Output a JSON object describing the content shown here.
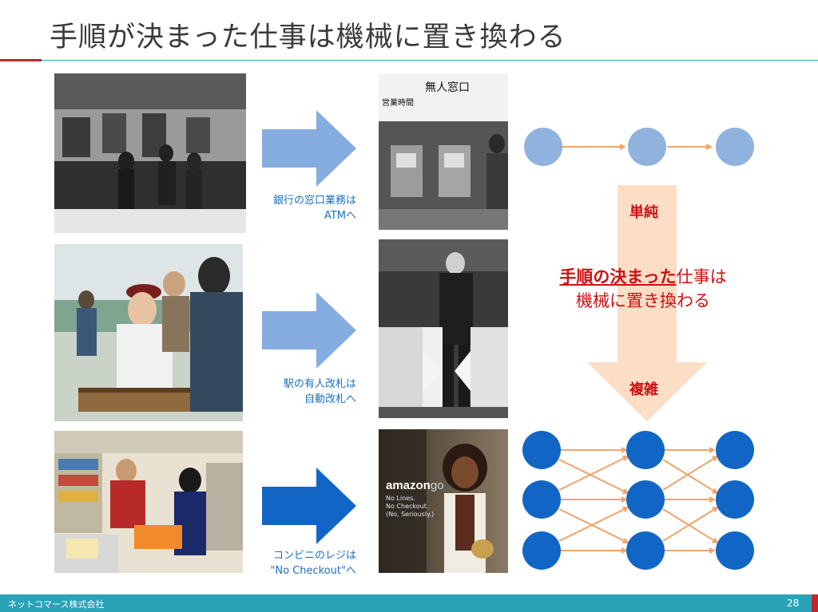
{
  "slide": {
    "title": "手順が決まった仕事は機械に置き換わる",
    "page_number": "28",
    "company": "ネットコマース株式会社"
  },
  "rows": [
    {
      "caption_line1": "銀行の窓口業務は",
      "caption_line2": "ATMへ"
    },
    {
      "caption_line1": "駅の有人改札は",
      "caption_line2": "自動改札へ"
    },
    {
      "caption_line1": "コンビニのレジは",
      "caption_line2": "\"No Checkout\"へ"
    }
  ],
  "photos": {
    "bank_sign_line1": "無人窓口",
    "bank_sign_line2": "営業時間",
    "amazon_logo_main": "amazon",
    "amazon_logo_go": "go",
    "amazon_tag_1": "No Lines.",
    "amazon_tag_2": "No Checkout.",
    "amazon_tag_3": "(No, Seriously.)"
  },
  "diagram": {
    "label_simple": "単純",
    "label_complex": "複雑",
    "message_highlight": "手順の決まった",
    "message_rest": "仕事は",
    "message_line2": "機械に置き換わる",
    "colors": {
      "simple_node": "#8fb3dc",
      "complex_node": "#1166c5",
      "edge": "#f0a46b",
      "big_arrow": "#fcd9c0",
      "blue_arrow_light": "#86addf",
      "blue_arrow_dark": "#1166c5"
    }
  }
}
